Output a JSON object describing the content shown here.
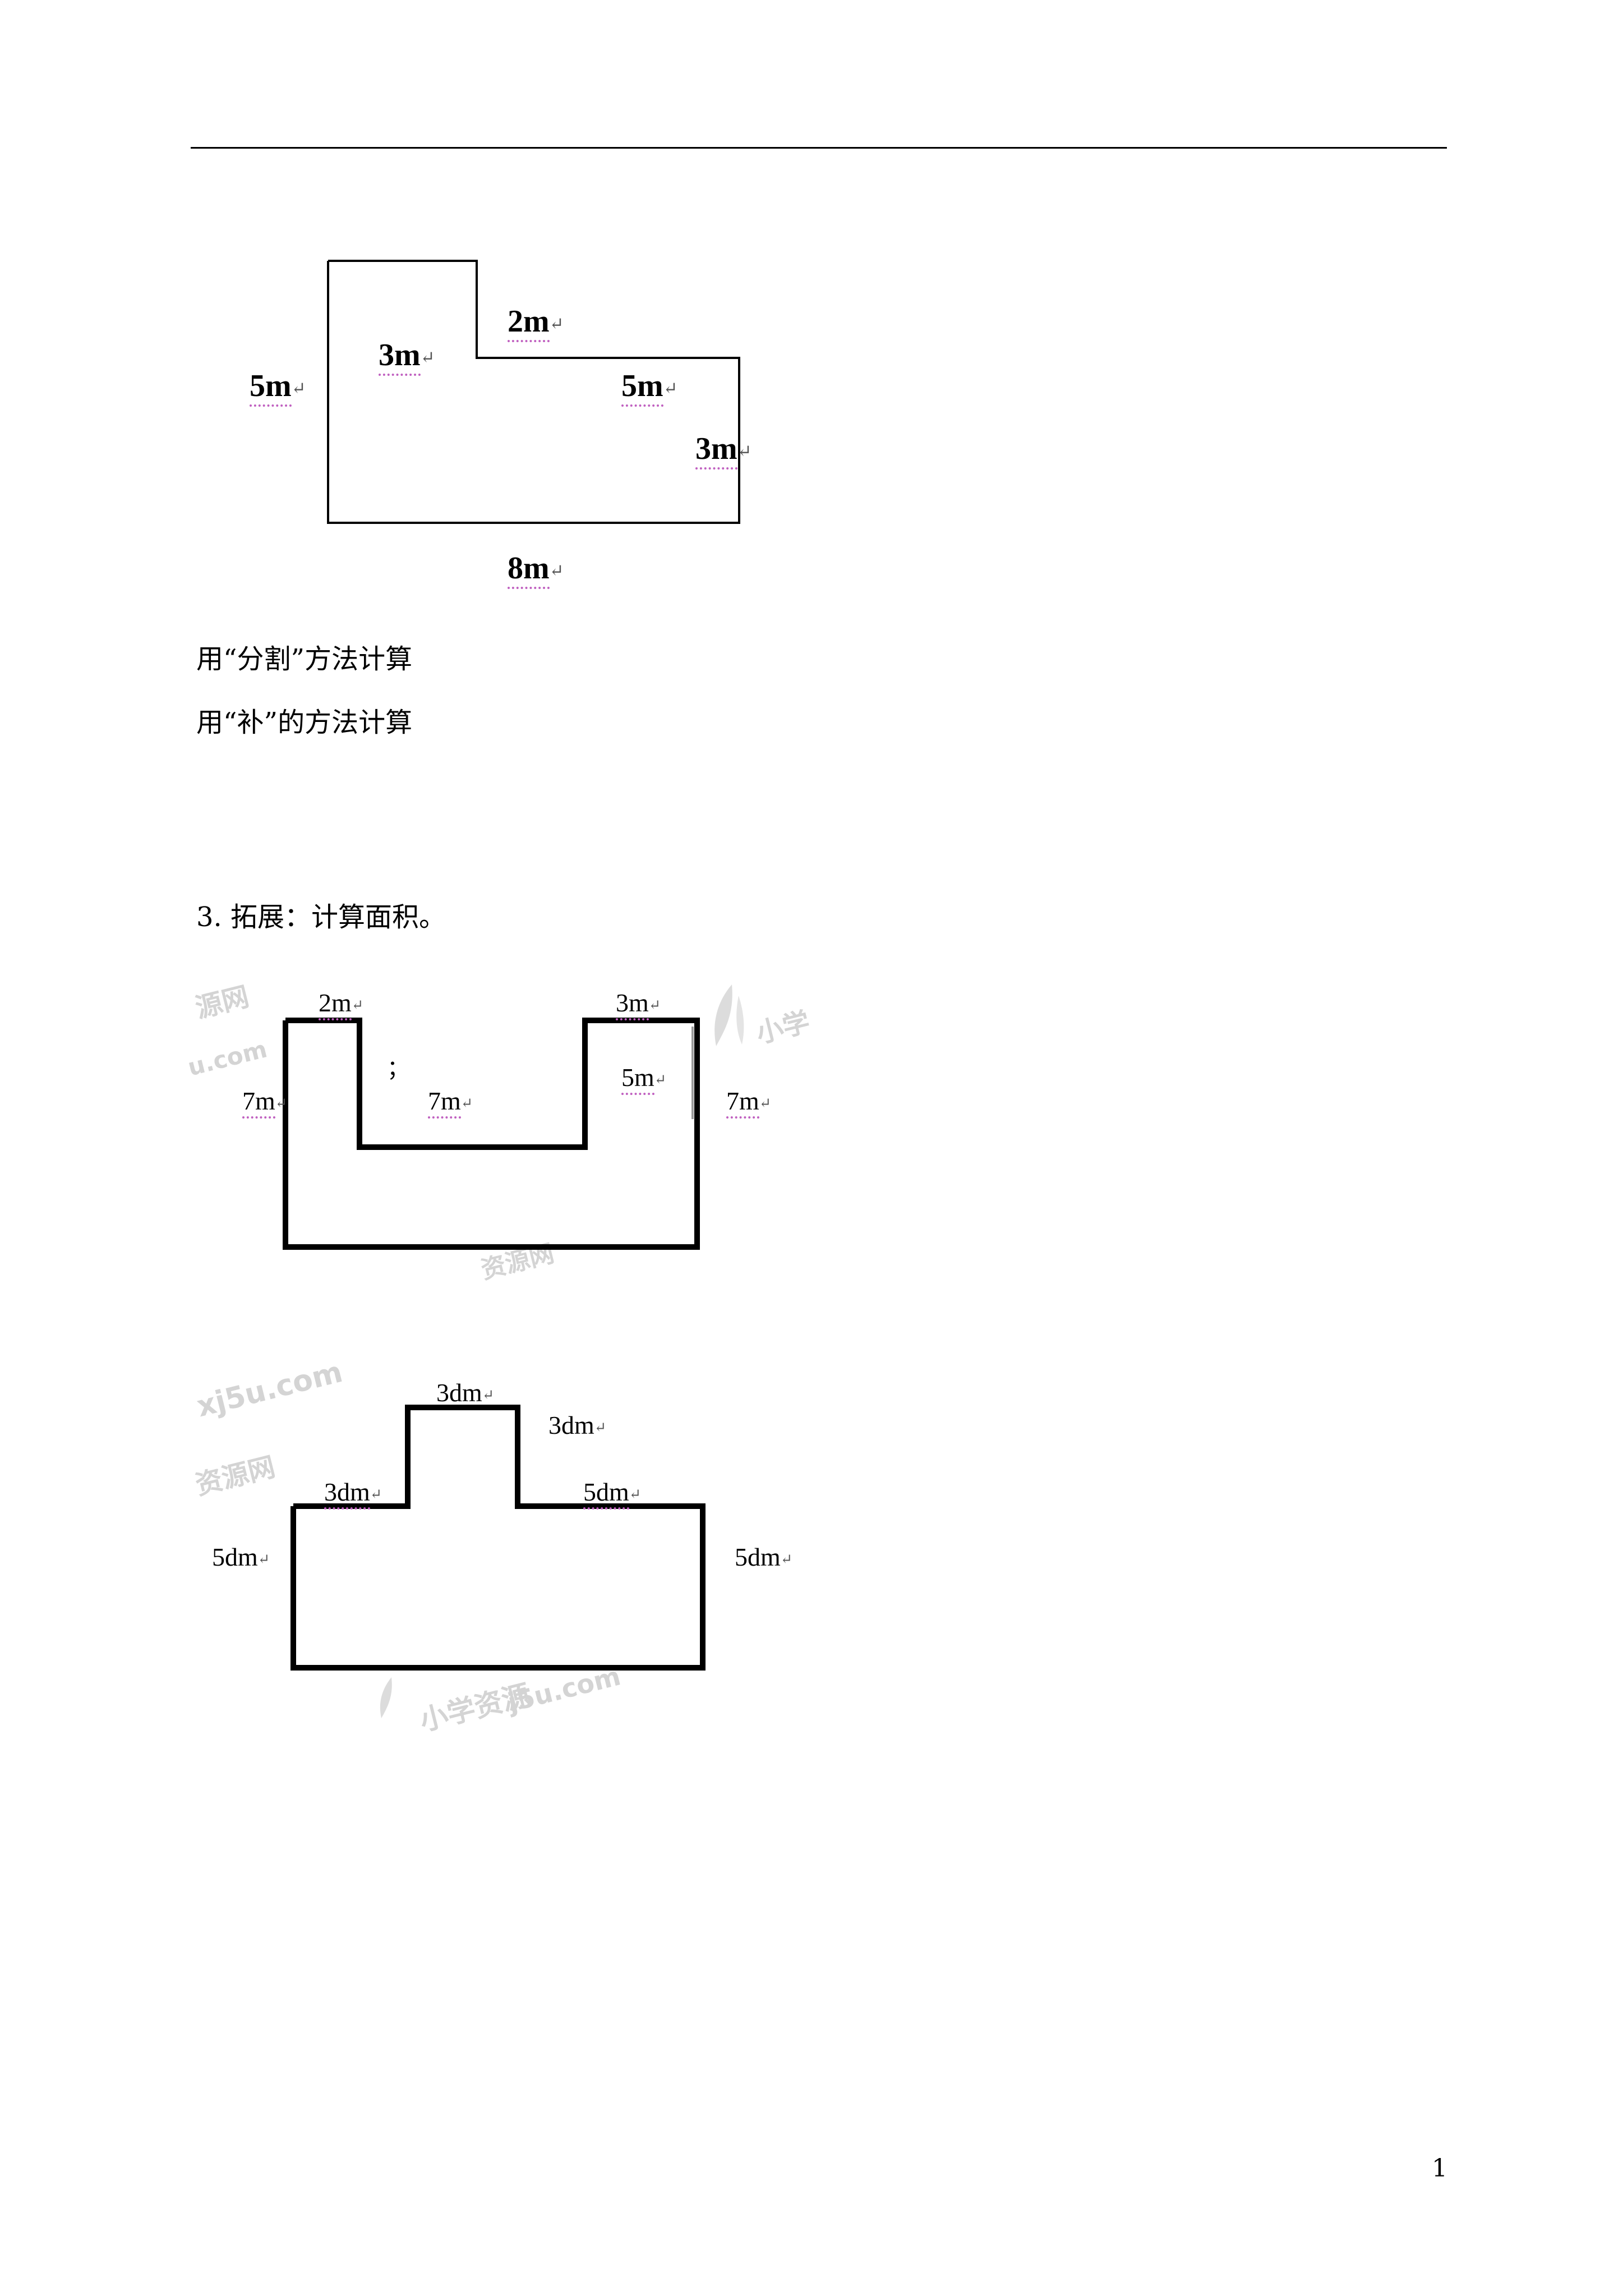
{
  "figure1": {
    "labels": [
      "2m",
      "3m",
      "5m",
      "5m",
      "3m",
      "8m"
    ]
  },
  "lines": {
    "split_method": "用“分割”方法计算",
    "fill_method": "用“补”的方法计算",
    "extension": "3.  拓展：计算面积。"
  },
  "figure2": {
    "labels": [
      "2m",
      "3m",
      "7m",
      "7m",
      "5m",
      "7m"
    ],
    "mark": "；"
  },
  "figure3": {
    "labels": [
      "3dm",
      "3dm",
      "3dm",
      "5dm",
      "5dm",
      "5dm"
    ]
  },
  "watermarks": [
    "源网",
    "u.com",
    "小学",
    "资源网",
    "xj5u.com",
    "资源网",
    "小学资源",
    "j5u.com"
  ],
  "page_number": "1"
}
